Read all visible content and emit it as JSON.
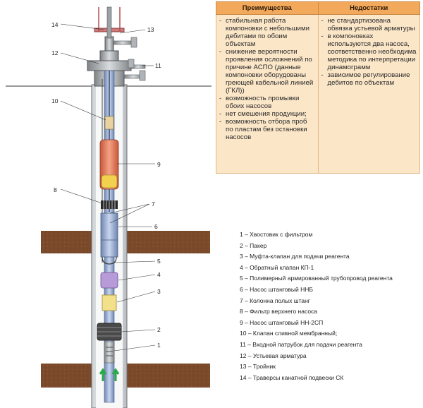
{
  "table": {
    "headers": [
      "Преимущества",
      "Недостатки"
    ],
    "advantages": [
      "стабильная работа компоновки с небольшими дебитами по обоим объектам",
      "снижение вероятности проявления осложнений по причине АСПО (данные компоновки оборудованы греющей кабельной линией (ГКЛ))",
      "возможность промывки обоих насосов",
      "нет смешения продукции;",
      "возможность отбора проб по пластам без остановки насосов"
    ],
    "disadvantages": [
      "не стандартизована обвязка устьевой арматуры",
      "в компоновках используются два насоса, соответственно необходима методика по интерпретации динамограмм",
      "зависимое регулирование дебитов по объектам"
    ]
  },
  "legend": [
    "1 – Хвостовик с фильтром",
    "2 – Пакер",
    "3 – Муфта-клапан для подачи реагента",
    "4 – Обратный клапан КП-1",
    "5 – Полимерный армированный трубопровод реагента",
    "6 – Насос штанговый ННБ",
    "7 – Колонна полых штанг",
    "8 – Фильтр верхнего насоса",
    "9 – Насос штанговый НН-2СП",
    "10 – Клапан сливной мембранный;",
    "11 – Входной патрубок для подачи реагента",
    "12 – Устьевая арматура",
    "13 – Тройник",
    "14 – Траверсы канатной подвески СК"
  ],
  "callouts": {
    "n1": "1",
    "n2": "2",
    "n3": "3",
    "n4": "4",
    "n5": "5",
    "n6": "6",
    "n7": "7",
    "n8": "8",
    "n9": "9",
    "n10": "10",
    "n11": "11",
    "n12": "12",
    "n13": "13",
    "n14": "14"
  },
  "colors": {
    "rock": "#7a4a2a",
    "casing": "#a8acb0",
    "tubing": "#8aa0c8",
    "pump_upper": "#e87a55",
    "valve": "#b79ad8",
    "coupling": "#f3e08a",
    "arrow": "#2aa84a",
    "table_header": "#f3a95c",
    "table_body": "#fbe6c8"
  }
}
